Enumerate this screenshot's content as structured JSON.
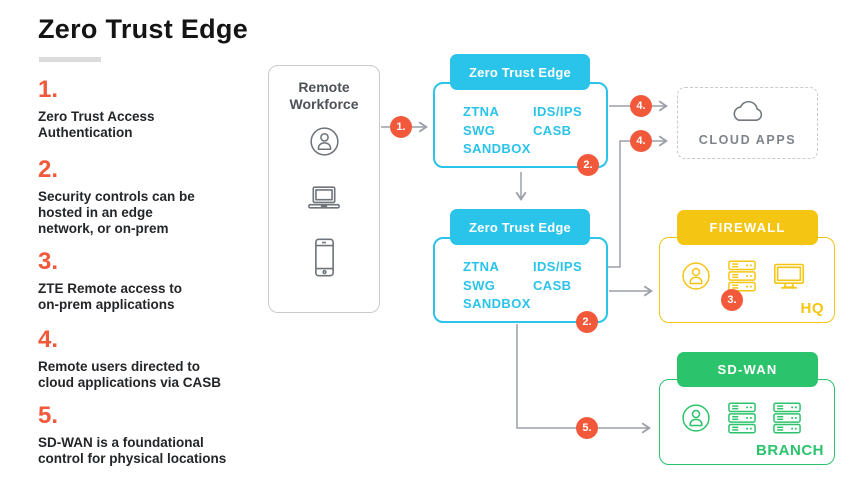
{
  "title": "Zero Trust Edge",
  "steps": [
    {
      "num": "1.",
      "text": "Zero Trust Access\nAuthentication"
    },
    {
      "num": "2.",
      "text": "Security controls can be\nhosted in an edge\nnetwork, or on-prem"
    },
    {
      "num": "3.",
      "text": "ZTE Remote access to\non-prem applications"
    },
    {
      "num": "4.",
      "text": "Remote users directed to\ncloud applications via CASB"
    },
    {
      "num": "5.",
      "text": "SD-WAN is a foundational\ncontrol for physical locations"
    }
  ],
  "remote": {
    "title": "Remote\nWorkforce"
  },
  "zte": {
    "title": "Zero Trust Edge",
    "features": [
      "ZTNA",
      "IDS/IPS",
      "SWG",
      "CASB",
      "SANDBOX"
    ]
  },
  "cloud": {
    "label": "CLOUD APPS"
  },
  "firewall": {
    "title": "FIREWALL",
    "location": "HQ"
  },
  "sdwan": {
    "title": "SD-WAN",
    "location": "BRANCH"
  },
  "badges": {
    "b1": "1.",
    "b2": "2.",
    "b3": "3.",
    "b4": "4.",
    "b5": "5."
  },
  "colors": {
    "accent_orange": "#F2593B",
    "cyan": "#2AC3EA",
    "yellow": "#F5C514",
    "green": "#2BC36B",
    "connector_gray": "#9CA1A8",
    "icon_gray": "#6F757B",
    "underline_gray": "#DBDBDB"
  }
}
